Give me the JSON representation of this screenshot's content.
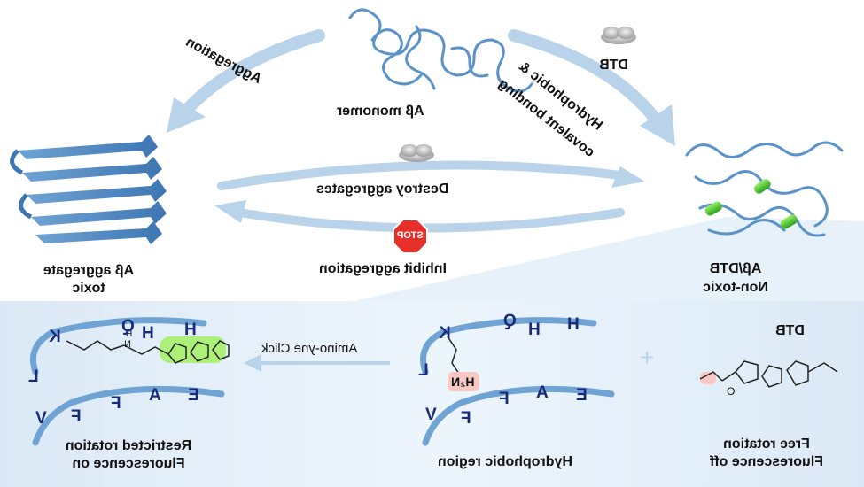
{
  "labels": {
    "monomer": "Aβ monomer",
    "aggregation": "Aggregation",
    "dtb_top": "DTB",
    "hydrophobic_covalent_line1": "Hydrophobic &",
    "hydrophobic_covalent_line2": "covalent bonding",
    "destroy": "Destroy aggregates",
    "inhibit": "Inhibit aggregation",
    "stop": "STOP",
    "aggregate_line1": "Aβ aggregate",
    "aggregate_line2": "toxic",
    "abdtb_line1": "Aβ/DTB",
    "abdtb_line2": "Non-toxic",
    "click": "Amino-yne Click",
    "dtb_bottom": "DTB",
    "plus": "+",
    "restricted_line1": "Restricted rotation",
    "restricted_line2": "Fluorescence on",
    "hydrophobic_region": "Hydrophobic region",
    "free_line1": "Free rotation",
    "free_line2": "Fluorescence off",
    "h2n": "H₂N",
    "o": "O",
    "n": "N",
    "h": "H"
  },
  "residues_left": [
    "H",
    "H",
    "Q",
    "K",
    "L",
    "V",
    "F",
    "F",
    "A",
    "E"
  ],
  "residues_right": [
    "H",
    "H",
    "Q",
    "K",
    "L",
    "V",
    "F",
    "F",
    "A",
    "E"
  ],
  "colors": {
    "arrow_blue": "#b9d4ea",
    "strand_blue": "#5b93c9",
    "panel_bg": "#eaf3fb",
    "residue_text": "#1a2a7a",
    "green": "#3fcf2a",
    "stop_red": "#e8302a",
    "amine_highlight": "#f6c9c4"
  }
}
